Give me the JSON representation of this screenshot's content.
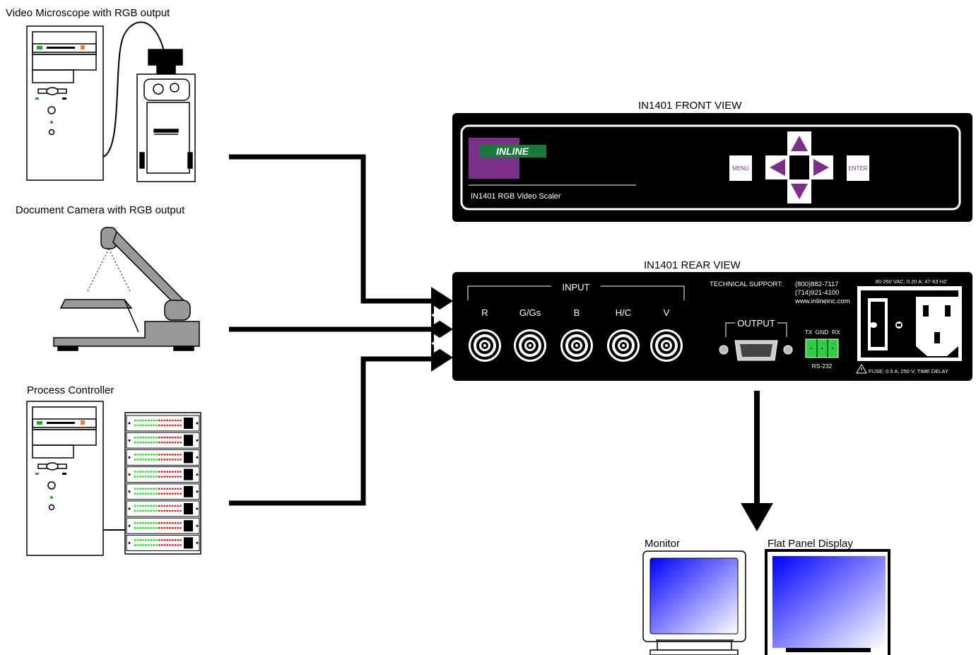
{
  "sources": {
    "microscope_label": "Video Microscope with RGB output",
    "doc_camera_label": "Document Camera with RGB output",
    "process_label": "Process Controller"
  },
  "front": {
    "title": "IN1401 FRONT VIEW",
    "logo_text": "INLINE",
    "product_name": "IN1401 RGB Video Scaler",
    "menu_label": "MENU",
    "enter_label": "ENTER",
    "logo_color": "#7b2f8a"
  },
  "rear": {
    "title": "IN1401 REAR VIEW",
    "input_label": "INPUT",
    "inputs": [
      "R",
      "G/Gs",
      "B",
      "H/C",
      "V"
    ],
    "support_label": "TECHNICAL SUPPORT:",
    "phone1": "(800)882-7117",
    "phone2": "(714)921-4100",
    "website": "www.inlineinc.com",
    "power_rating": "90-260 VAC; 0.20 A; 47-63 HZ",
    "output_label": "OUTPUT",
    "rs232_pins": [
      "TX",
      "GND",
      "RX"
    ],
    "rs232_label": "RS-232",
    "fuse_label": "FUSE; 0.5 A; 250 V; TIME DELAY"
  },
  "displays": {
    "monitor_label": "Monitor",
    "flat_panel_label": "Flat Panel Display"
  },
  "colors": {
    "arrow_purple": "#7b2f8a",
    "terminal_green": "#2ecc40",
    "led_green": "#22dd22",
    "led_red": "#dd2222",
    "screen_blue": "#0000ff"
  }
}
